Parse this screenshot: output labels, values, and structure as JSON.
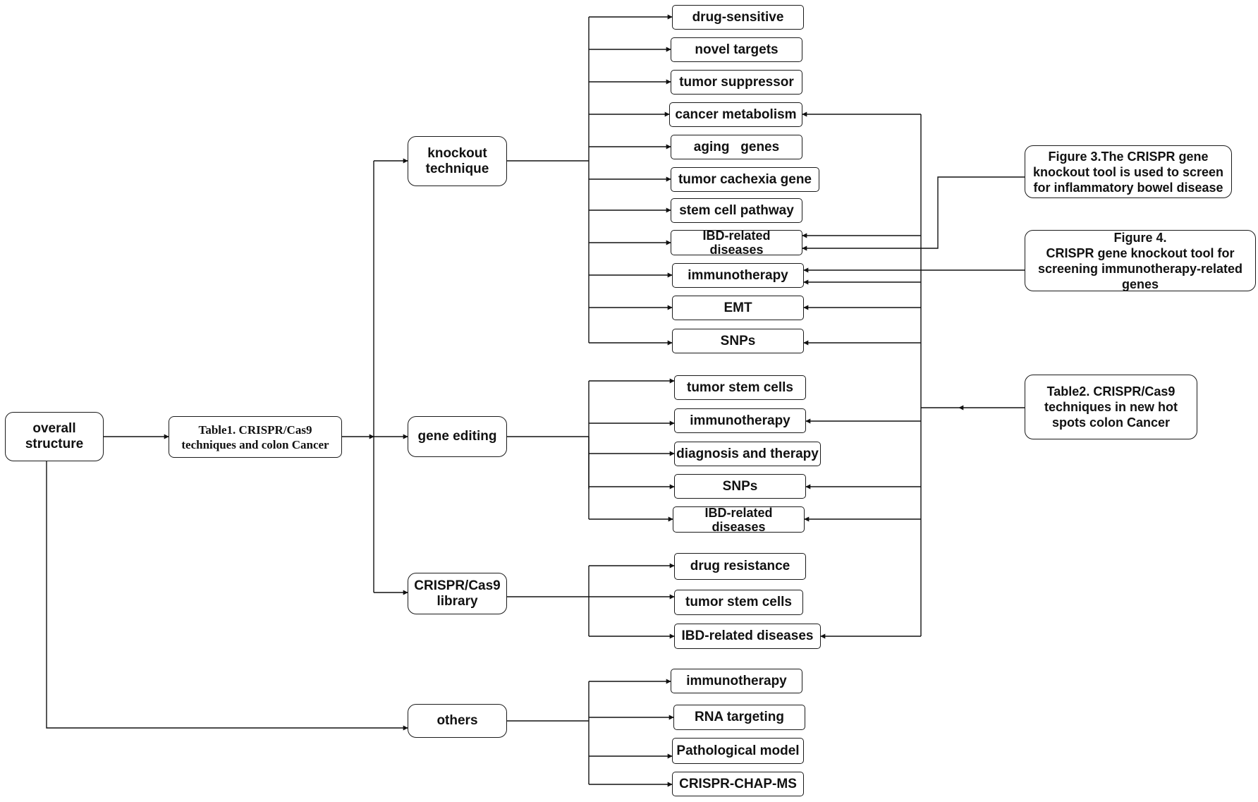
{
  "root": {
    "label": "overall\nstructure"
  },
  "table1": {
    "label": "Table1. CRISPR/Cas9\ntechniques and colon Cancer"
  },
  "branches": {
    "knockout": "knockout\ntechnique",
    "gene_editing": "gene editing",
    "library": "CRISPR/Cas9\nlibrary",
    "others": "others"
  },
  "knockout_items": [
    "drug-sensitive",
    "novel targets",
    "tumor suppressor",
    "cancer metabolism",
    "aging   genes",
    "tumor cachexia gene",
    "stem cell pathway",
    "IBD-related\ndiseases",
    "immunotherapy",
    "EMT",
    "SNPs"
  ],
  "gene_editing_items": [
    "tumor stem cells",
    "immunotherapy",
    "diagnosis and therapy",
    "SNPs",
    "IBD-related\ndiseases"
  ],
  "library_items": [
    "drug resistance",
    "tumor stem cells",
    "IBD-related diseases"
  ],
  "others_items": [
    "immunotherapy",
    "RNA targeting",
    "Pathological model",
    "CRISPR-CHAP-MS"
  ],
  "notes": {
    "figure3": "Figure 3.The CRISPR gene\nknockout tool is used to screen\nfor inflammatory bowel disease",
    "figure4": "Figure 4.\nCRISPR gene knockout tool for\nscreening immunotherapy-related\ngenes",
    "table2": "Table2. CRISPR/Cas9\ntechniques in new hot\nspots colon Cancer"
  }
}
